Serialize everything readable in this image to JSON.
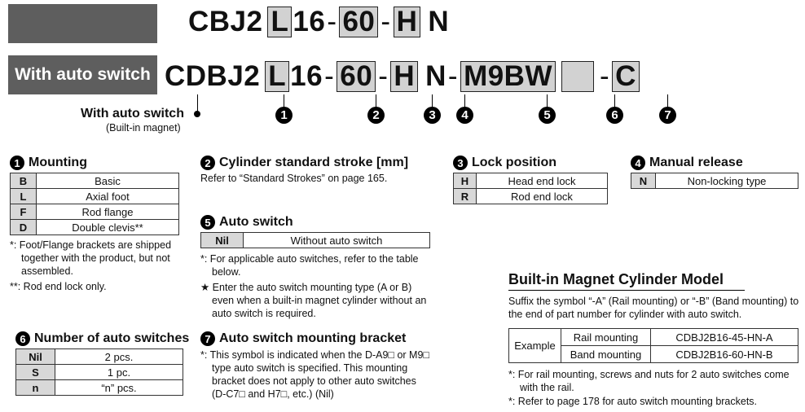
{
  "header": {
    "auto_label": "With auto switch",
    "standard_code": {
      "prefix": "CBJ2",
      "mounting": "L",
      "bore": "16",
      "stroke": "60",
      "lock": "H",
      "manual": "N"
    },
    "auto_code": {
      "prefix": "CDBJ2",
      "mounting": "L",
      "bore": "16",
      "stroke": "60",
      "lock": "H",
      "manual": "N",
      "switch": "M9BW",
      "count": "",
      "bracket": "C"
    },
    "dash": "-",
    "with_auto_switch": "With auto switch",
    "builtin_magnet": "(Built-in magnet)",
    "markers": [
      "1",
      "2",
      "3",
      "4",
      "5",
      "6",
      "7"
    ]
  },
  "mounting": {
    "num": "1",
    "title": "Mounting",
    "rows": [
      {
        "k": "B",
        "v": "Basic"
      },
      {
        "k": "L",
        "v": "Axial foot"
      },
      {
        "k": "F",
        "v": "Rod flange"
      },
      {
        "k": "D",
        "v": "Double clevis**"
      }
    ],
    "note1": "*: Foot/Flange brackets are shipped together with the product, but not assembled.",
    "note2": "**: Rod end lock only."
  },
  "stroke": {
    "num": "2",
    "title": "Cylinder standard stroke [mm]",
    "text": "Refer to “Standard Strokes” on page 165."
  },
  "lock": {
    "num": "3",
    "title": "Lock position",
    "rows": [
      {
        "k": "H",
        "v": "Head end lock"
      },
      {
        "k": "R",
        "v": "Rod end lock"
      }
    ]
  },
  "manual": {
    "num": "4",
    "title": "Manual release",
    "rows": [
      {
        "k": "N",
        "v": "Non-locking type"
      }
    ]
  },
  "auto_switch": {
    "num": "5",
    "title": "Auto switch",
    "rows": [
      {
        "k": "Nil",
        "v": "Without auto switch"
      }
    ],
    "note1": "*: For applicable auto switches, refer to the table below.",
    "note2": "★ Enter the auto switch mounting type (A or B) even when a built-in magnet cylinder without an auto switch is required."
  },
  "num_switches": {
    "num": "6",
    "title": "Number of auto switches",
    "rows": [
      {
        "k": "Nil",
        "v": "2 pcs."
      },
      {
        "k": "S",
        "v": "1 pc."
      },
      {
        "k": "n",
        "v": "“n” pcs."
      }
    ]
  },
  "bracket": {
    "num": "7",
    "title": "Auto switch mounting bracket",
    "note": "*: This symbol is indicated when the D-A9□ or M9□ type auto switch is specified. This mounting bracket does not apply to other auto switches (D-C7□ and H7□, etc.) (Nil)"
  },
  "magnet": {
    "title": "Built-in Magnet Cylinder Model",
    "text": "Suffix the symbol “-A” (Rail mounting) or “-B” (Band mounting) to the end of part number for cylinder with auto switch.",
    "example_label": "Example",
    "rows": [
      {
        "type": "Rail mounting",
        "code": "CDBJ2B16-45-HN-A"
      },
      {
        "type": "Band mounting",
        "code": "CDBJ2B16-60-HN-B"
      }
    ],
    "note1": "*: For rail mounting, screws and nuts for 2 auto switches come with the rail.",
    "note2": "*: Refer to page 178 for auto switch mounting brackets."
  }
}
